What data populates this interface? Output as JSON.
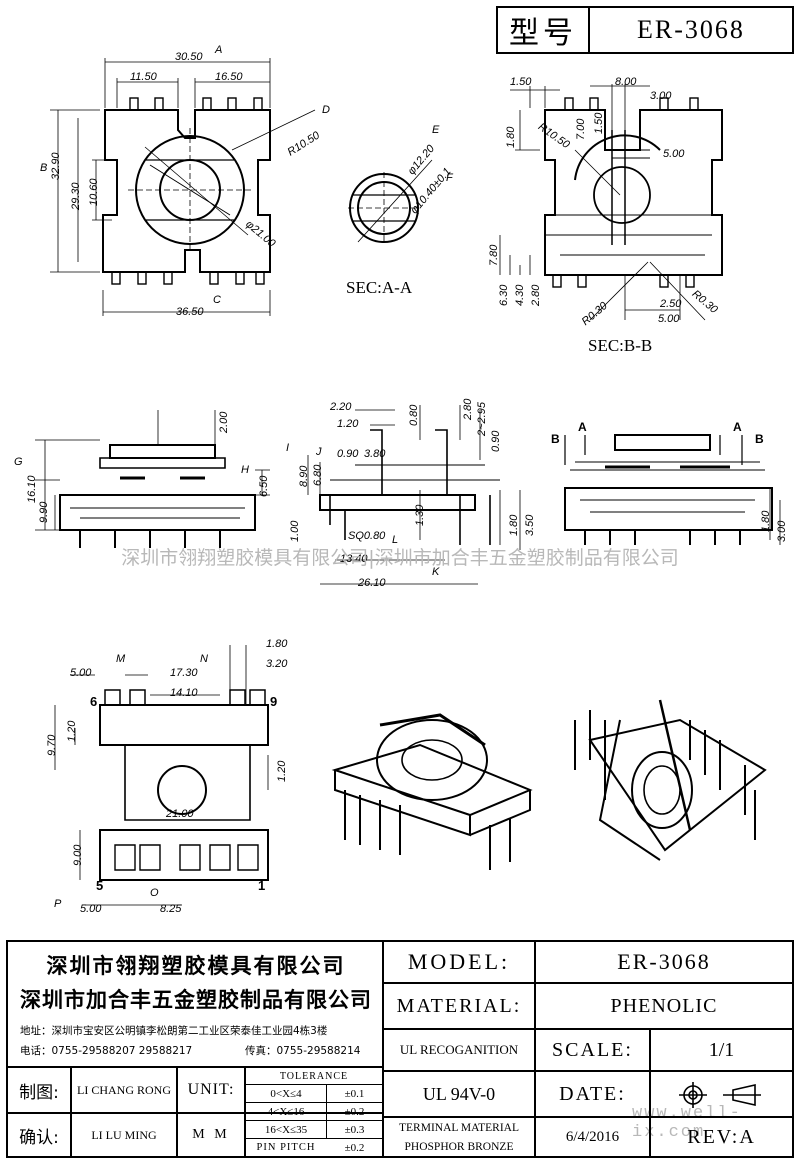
{
  "header": {
    "type_label": "型号",
    "model": "ER-3068"
  },
  "sections": {
    "sec_a": "SEC:A-A",
    "sec_b": "SEC:B-B"
  },
  "watermark": "深圳市翎翔塑胶模具有限公司|深圳市加合丰五金塑胶制品有限公司",
  "watermark_url": "www.well-ix.com",
  "callouts": [
    "A",
    "B",
    "C",
    "D",
    "E",
    "F",
    "G",
    "H",
    "I",
    "J",
    "K",
    "L",
    "M",
    "N",
    "O",
    "P"
  ],
  "pin_labels": {
    "p6": "6",
    "p9": "9",
    "p5": "5",
    "p1": "1"
  },
  "section_markers": {
    "a": "A",
    "b": "B"
  },
  "dims": {
    "top": [
      "30.50",
      "11.50",
      "16.50",
      "32.90",
      "29.30",
      "10.60",
      "R10.50",
      "36.50",
      "φ21.00"
    ],
    "sec_a": [
      "φ12.20",
      "φ10.40±0.1"
    ],
    "sec_b": [
      "1.50",
      "8.00",
      "3.00",
      "1.80",
      "7.00",
      "1.50",
      "R10.50",
      "5.00",
      "7.80",
      "6.30",
      "4.30",
      "2.80",
      "R0.30",
      "2.50",
      "R0.30",
      "5.00"
    ],
    "side1": [
      "2.00",
      "16.10",
      "6.50",
      "9.90"
    ],
    "side2": [
      "2.20",
      "1.20",
      "0.80",
      "2.80",
      "2~2.95",
      "0.90",
      "8.90",
      "6.80",
      "0.90",
      "3.80",
      "1.00",
      "1.30",
      "1.80",
      "3.50",
      "SQ0.80",
      "13.40",
      "26.10"
    ],
    "side3": [
      "1.80",
      "3.00"
    ],
    "bottom": [
      "1.80",
      "5.00",
      "17.30",
      "3.20",
      "14.10",
      "9.70",
      "1.20",
      "1.20",
      "21.00",
      "9.00",
      "5.00",
      "8.25"
    ]
  },
  "company": {
    "name1": "深圳市翎翔塑胶模具有限公司",
    "name2": "深圳市加合丰五金塑胶制品有限公司",
    "address": "地址：深圳市宝安区公明镇李松朗第二工业区荣泰佳工业园4栋3楼",
    "phone": "电话：0755-29588207  29588217",
    "fax": "传真：0755-29588214"
  },
  "title_block": {
    "model_label": "MODEL:",
    "model_value": "ER-3068",
    "material_label": "MATERIAL:",
    "material_value": "PHENOLIC",
    "ul_label": "UL RECOGANITION",
    "ul_value": "UL 94V-0",
    "scale_label": "SCALE:",
    "scale_value": "1/1",
    "date_label": "DATE:",
    "date_value": "6/4/2016",
    "terminal_label_1": "TERMINAL MATERIAL",
    "terminal_label_2": "PHOSPHOR  BRONZE",
    "rev_label": "REV:",
    "rev_value": "A",
    "drawn_label": "制图:",
    "drawn_value": "LI CHANG RONG",
    "checked_label": "确认:",
    "checked_value": "LI LU MING",
    "unit_label": "UNIT:",
    "unit_value": "M M",
    "tolerance_title": "TOLERANCE",
    "tolerances": [
      {
        "range": "0<X≤4",
        "value": "±0.1"
      },
      {
        "range": "4<X≤16",
        "value": "±0.2"
      },
      {
        "range": "16<X≤35",
        "value": "±0.3"
      },
      {
        "range": "PIN PITCH",
        "value": "±0.2"
      }
    ]
  }
}
